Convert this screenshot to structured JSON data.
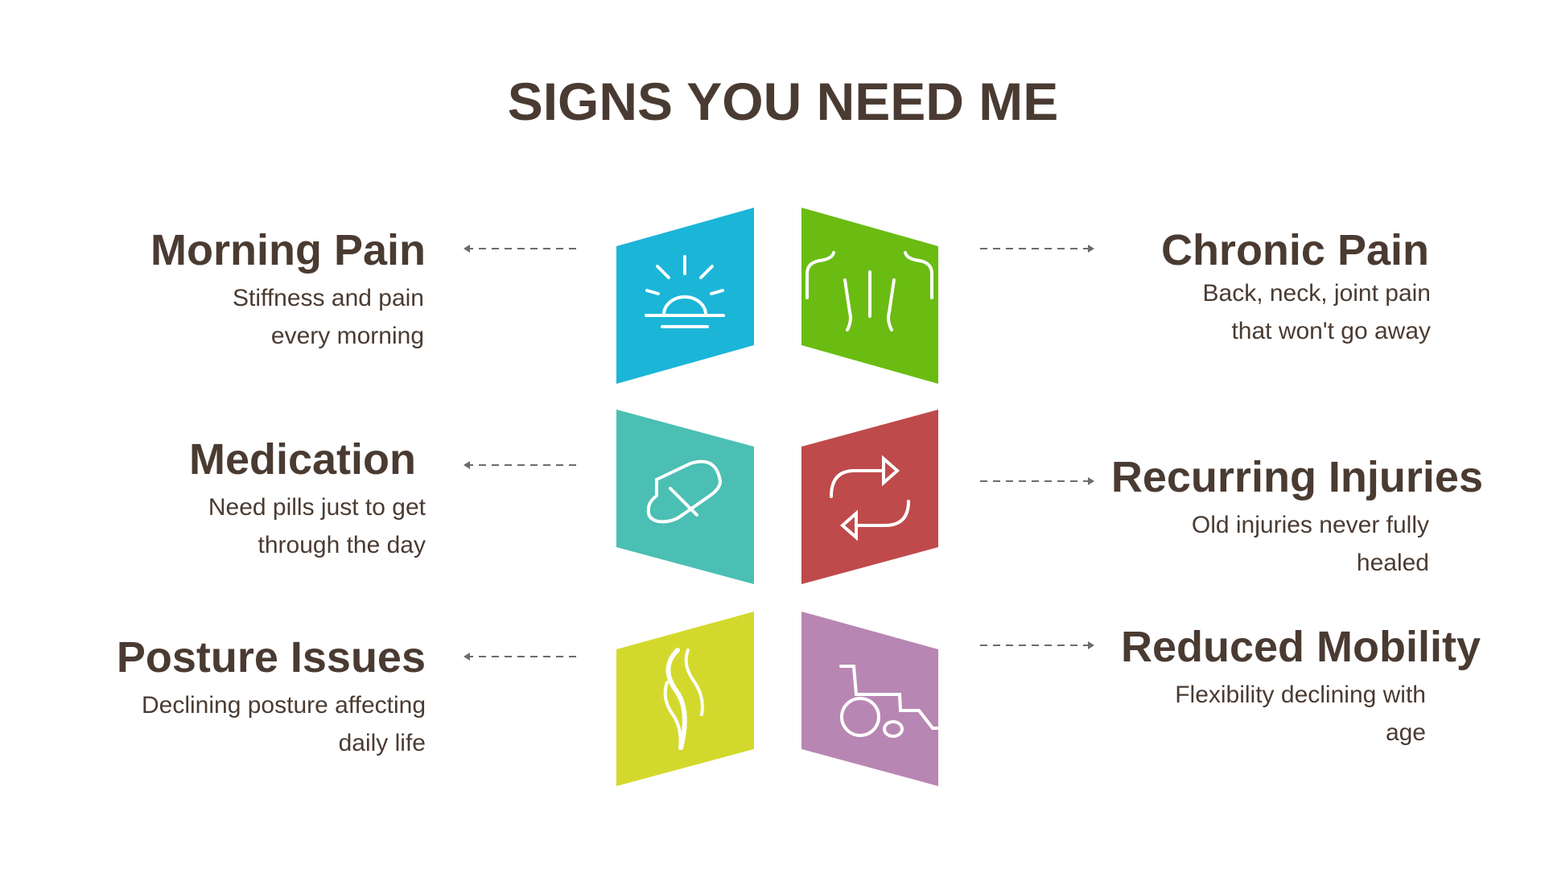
{
  "title": "SIGNS YOU NEED ME",
  "colors": {
    "text": "#4a3b32",
    "arrow": "#6b6b70"
  },
  "signs": [
    {
      "title": "Morning Pain",
      "desc": "Stiffness and pain\nevery morning",
      "icon": "sunrise-icon",
      "color": "#1bb5d8"
    },
    {
      "title": "Chronic Pain",
      "desc": "Back, neck, joint pain\nthat won't go away",
      "icon": "back-body-icon",
      "color": "#6abc12"
    },
    {
      "title": "Medication",
      "desc": "Need pills just to get\nthrough the day",
      "icon": "pill-icon",
      "color": "#4bbfb3"
    },
    {
      "title": "Recurring Injuries",
      "desc": "Old injuries never fully\nhealed",
      "icon": "repeat-arrows-icon",
      "color": "#bf4a4b"
    },
    {
      "title": "Posture Issues",
      "desc": "Declining posture affecting\ndaily life",
      "icon": "spine-icon",
      "color": "#d3d92c"
    },
    {
      "title": "Reduced Mobility",
      "desc": "Flexibility declining with\nage",
      "icon": "wheelchair-icon",
      "color": "#b886b2"
    }
  ]
}
